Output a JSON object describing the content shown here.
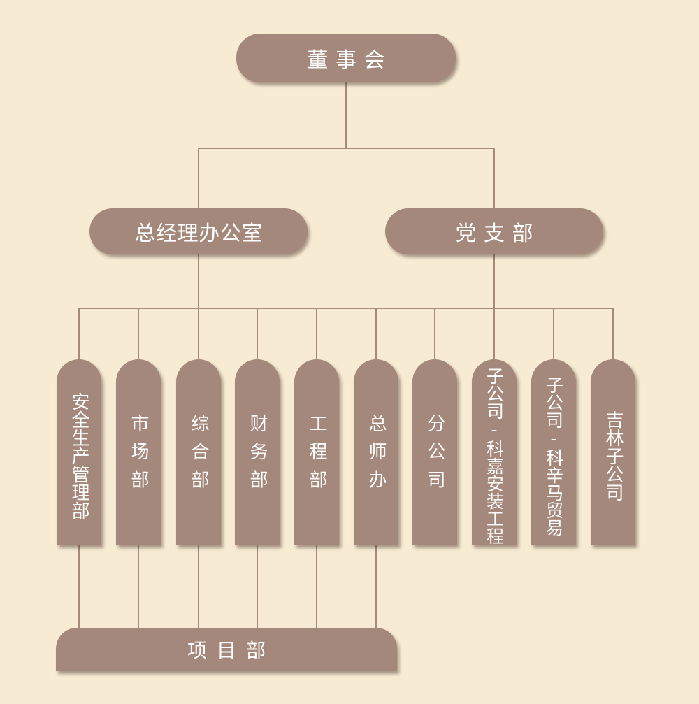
{
  "org_chart": {
    "top": {
      "label": "董事会"
    },
    "level2": [
      {
        "label": "总经理办公室"
      },
      {
        "label": "党支部"
      }
    ],
    "departments": [
      {
        "label": "安全生产管理部"
      },
      {
        "label": "市场部"
      },
      {
        "label": "综合部"
      },
      {
        "label": "财务部"
      },
      {
        "label": "工程部"
      },
      {
        "label": "总师办"
      },
      {
        "label": "分公司"
      },
      {
        "label": "子公司-科嘉安装工程"
      },
      {
        "label": "子公司-科辛马贸易"
      },
      {
        "label": "吉林子公司"
      }
    ],
    "bottom": {
      "label": "项目部"
    }
  },
  "colors": {
    "background": "#f7ebd3",
    "box_fill": "#a4887b",
    "connector": "#a48b7c",
    "text": "#ffffff"
  }
}
